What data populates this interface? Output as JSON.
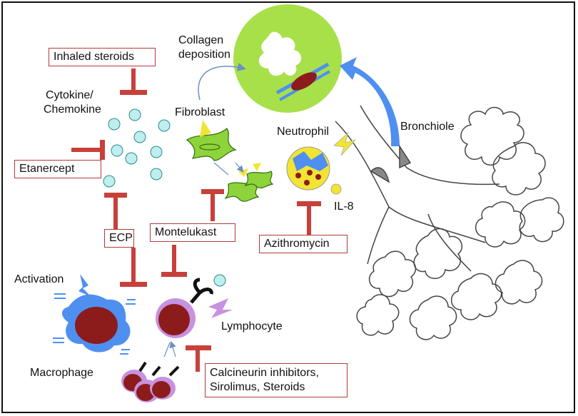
{
  "labels": {
    "collagen_line1": "Collagen",
    "collagen_line2": "deposition",
    "inhaled_steroids": "Inhaled steroids",
    "cytokine_line1": "Cytokine/",
    "cytokine_line2": "Chemokine",
    "fibroblast": "Fibroblast",
    "bronchiole": "Bronchiole",
    "neutrophil": "Neutrophil",
    "il8": "IL-8",
    "etanercept": "Etanercept",
    "ecp": "ECP",
    "montelukast": "Montelukast",
    "azithromycin": "Azithromycin",
    "activation": "Activation",
    "lymphocyte": "Lymphocyte",
    "macrophage": "Macrophage",
    "calcineurin_line1": "Calcineurin inhibitors,",
    "calcineurin_line2": "Sirolimus, Steroids"
  },
  "colors": {
    "inhibitor_red": "#c8403a",
    "box_border": "#b33a3a",
    "cytokine_fill": "#bfeeee",
    "fibroblast_green": "#8ed33a",
    "lumen_green": "#a8e04a",
    "activation_blue": "#4f8ff0",
    "cell_core": "#8c1c1c",
    "lymphocyte_ring": "#c792e0",
    "yellow": "#f2e433"
  }
}
